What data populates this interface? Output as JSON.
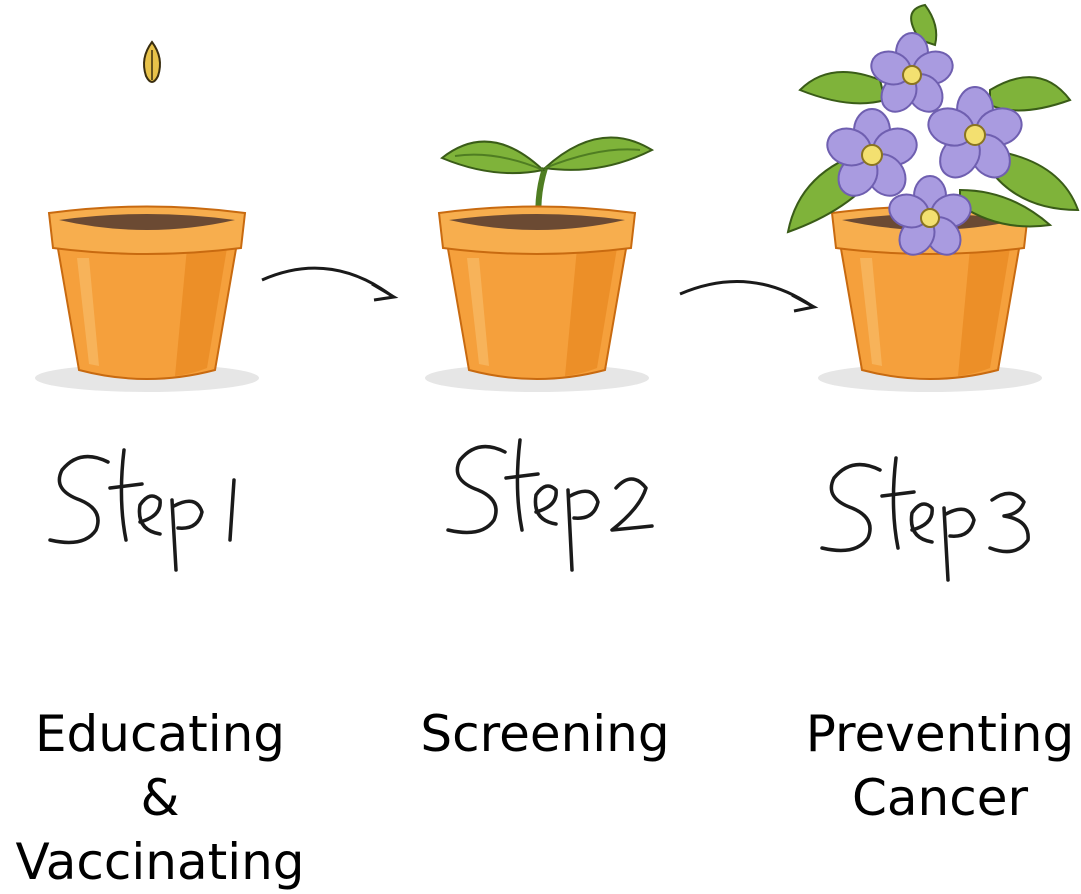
{
  "steps": [
    {
      "handwritten_label": "Step 1",
      "caption_lines": [
        "Educating",
        "&",
        "Vaccinating"
      ],
      "illustration": "pot-with-seed"
    },
    {
      "handwritten_label": "Step 2",
      "caption_lines": [
        "Screening"
      ],
      "illustration": "pot-with-sprout"
    },
    {
      "handwritten_label": "Step 3",
      "caption_lines": [
        "Preventing",
        "Cancer"
      ],
      "illustration": "pot-with-flowers"
    }
  ],
  "colors": {
    "pot": "#f5a03c",
    "pot_dark": "#e07d18",
    "pot_rim": "#f7ae4e",
    "soil": "#6b4a33",
    "leaf": "#7fb33a",
    "leaf_dark": "#4f7d22",
    "petal": "#a99be0",
    "petal_dark": "#6f5fb0",
    "flower_center": "#f3e070",
    "seed": "#e8c24a",
    "ink": "#1a1a1a"
  }
}
